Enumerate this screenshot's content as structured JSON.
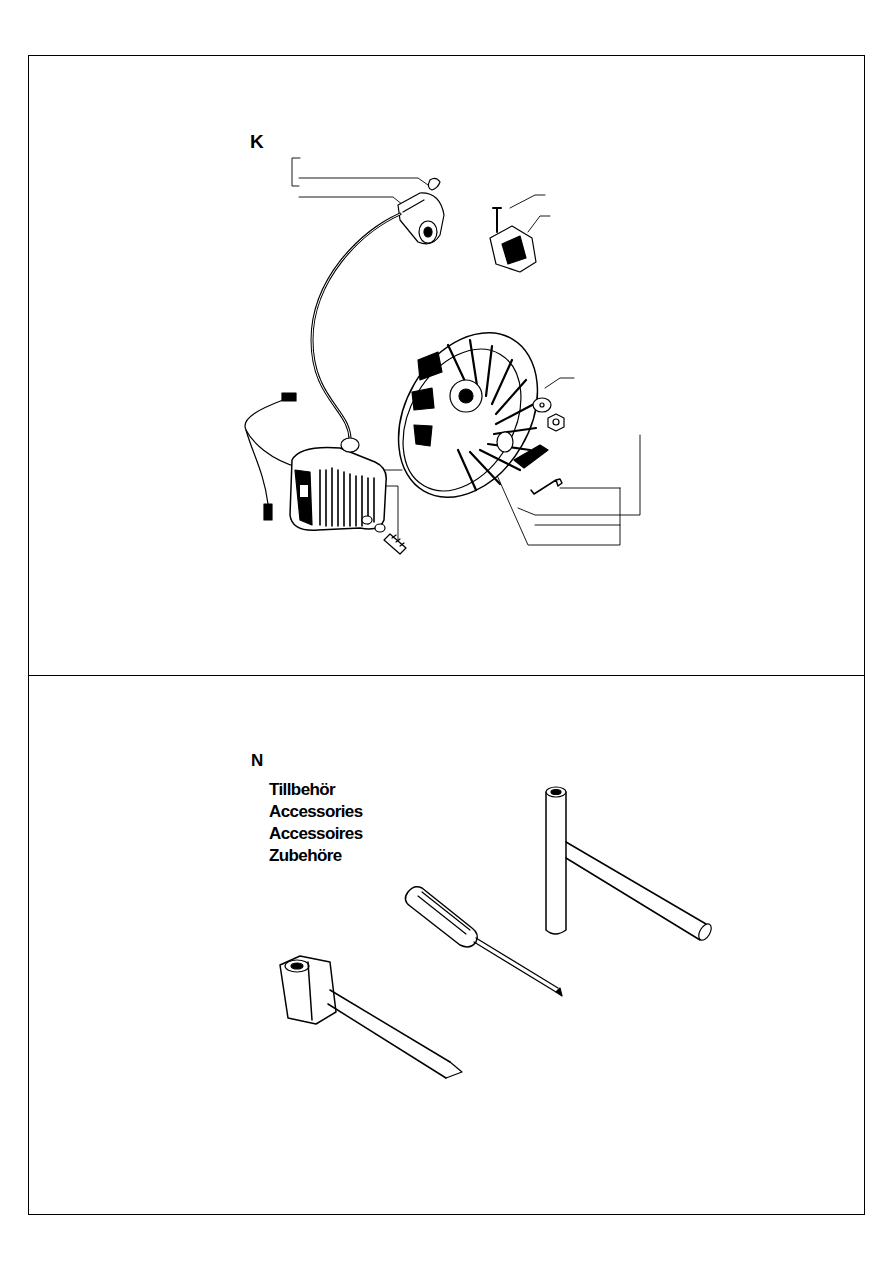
{
  "diagram": {
    "nodes": [
      {
        "text": [
          "K"
        ]
      },
      {
        "text": [
          "N",
          "Tillbehör",
          "Accessories",
          "Accessoires",
          "Zubehöre"
        ]
      }
    ]
  }
}
